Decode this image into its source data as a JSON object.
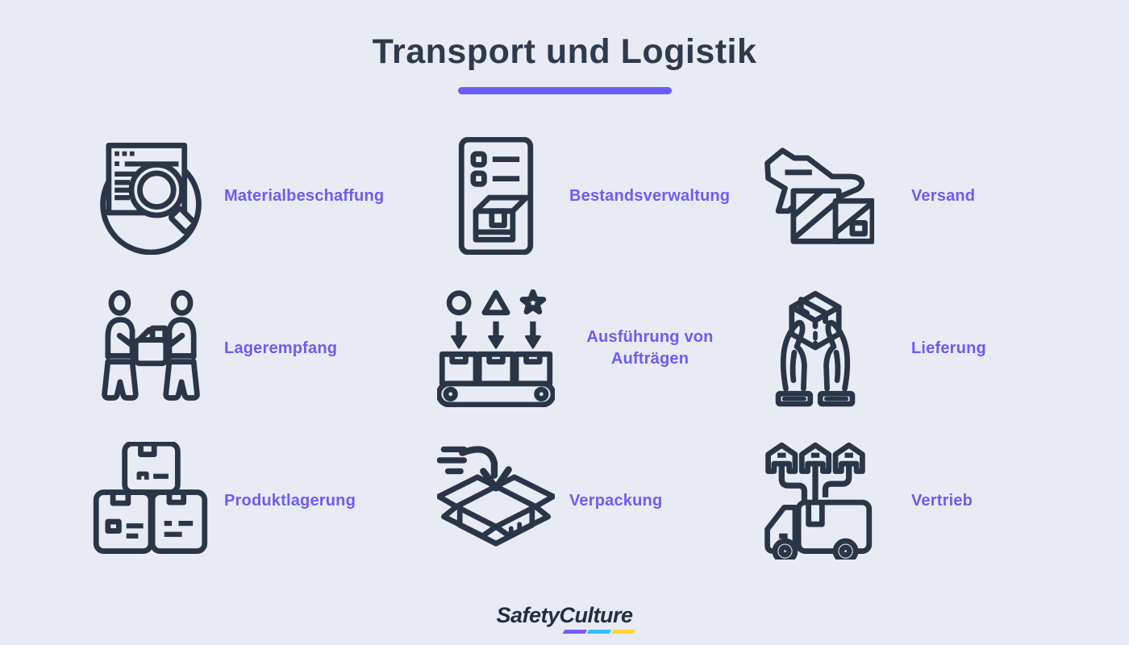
{
  "header": {
    "title": "Transport und Logistik"
  },
  "items": [
    {
      "icon": "search-document-icon",
      "label": "Materialbeschaffung"
    },
    {
      "icon": "inventory-checklist-icon",
      "label": "Bestandsverwaltung"
    },
    {
      "icon": "airplane-cargo-icon",
      "label": "Versand"
    },
    {
      "icon": "workers-handover-icon",
      "label": "Lagerempfang"
    },
    {
      "icon": "conveyor-sorting-icon",
      "label": "Ausführung von Aufträgen"
    },
    {
      "icon": "hands-package-icon",
      "label": "Lieferung"
    },
    {
      "icon": "stacked-boxes-icon",
      "label": "Produktlagerung"
    },
    {
      "icon": "open-box-packing-icon",
      "label": "Verpackung"
    },
    {
      "icon": "delivery-truck-routes-icon",
      "label": "Vertrieb"
    }
  ],
  "footer": {
    "logo_part1": "Safety",
    "logo_part2": "Culture",
    "underline_colors": [
      "#7C5CF7",
      "#2FC3F7",
      "#FFD43A"
    ]
  },
  "colors": {
    "background": "#E9EBF4",
    "ink": "#2A3647",
    "accent": "#6C5CF8",
    "title": "#2F3B4C",
    "logo_text": "#222F3E",
    "title_underline": "#6C5CFA"
  }
}
